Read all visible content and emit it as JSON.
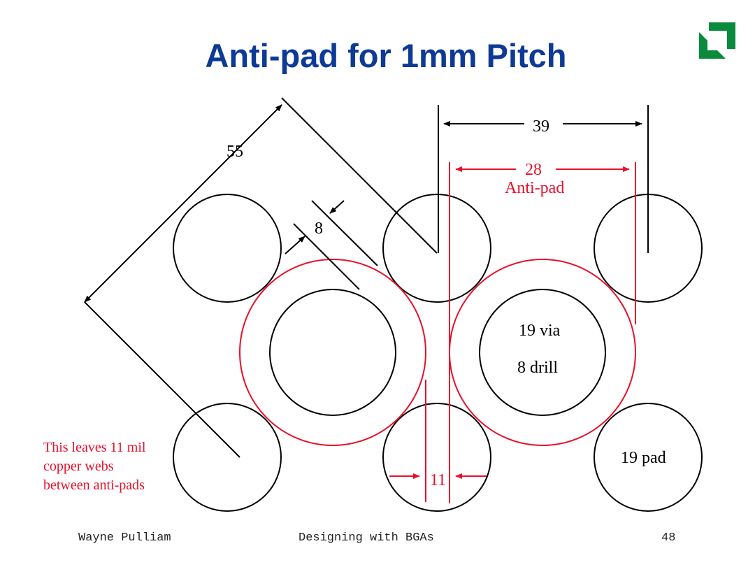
{
  "slide": {
    "title": "Anti-pad for 1mm Pitch",
    "page_number": "48"
  },
  "brand": {
    "logo_icon": "amd-arrow-logo",
    "logo_color": "#0a8a3c",
    "title_color": "#0d3a96",
    "accent_color": "#e8102a"
  },
  "diagram": {
    "dim_55": "55",
    "dim_8": "8",
    "dim_39": "39",
    "dim_28": "28",
    "antipad_label": "Anti-pad",
    "via_label": "19 via",
    "drill_label": "8 drill",
    "pad_label": "19 pad",
    "dim_11": "11",
    "note_line1": "This leaves 11 mil",
    "note_line2": "copper webs",
    "note_line3": "between anti-pads"
  },
  "footer": {
    "author": "Wayne Pulliam",
    "course": "Designing with BGAs",
    "page": "48"
  }
}
